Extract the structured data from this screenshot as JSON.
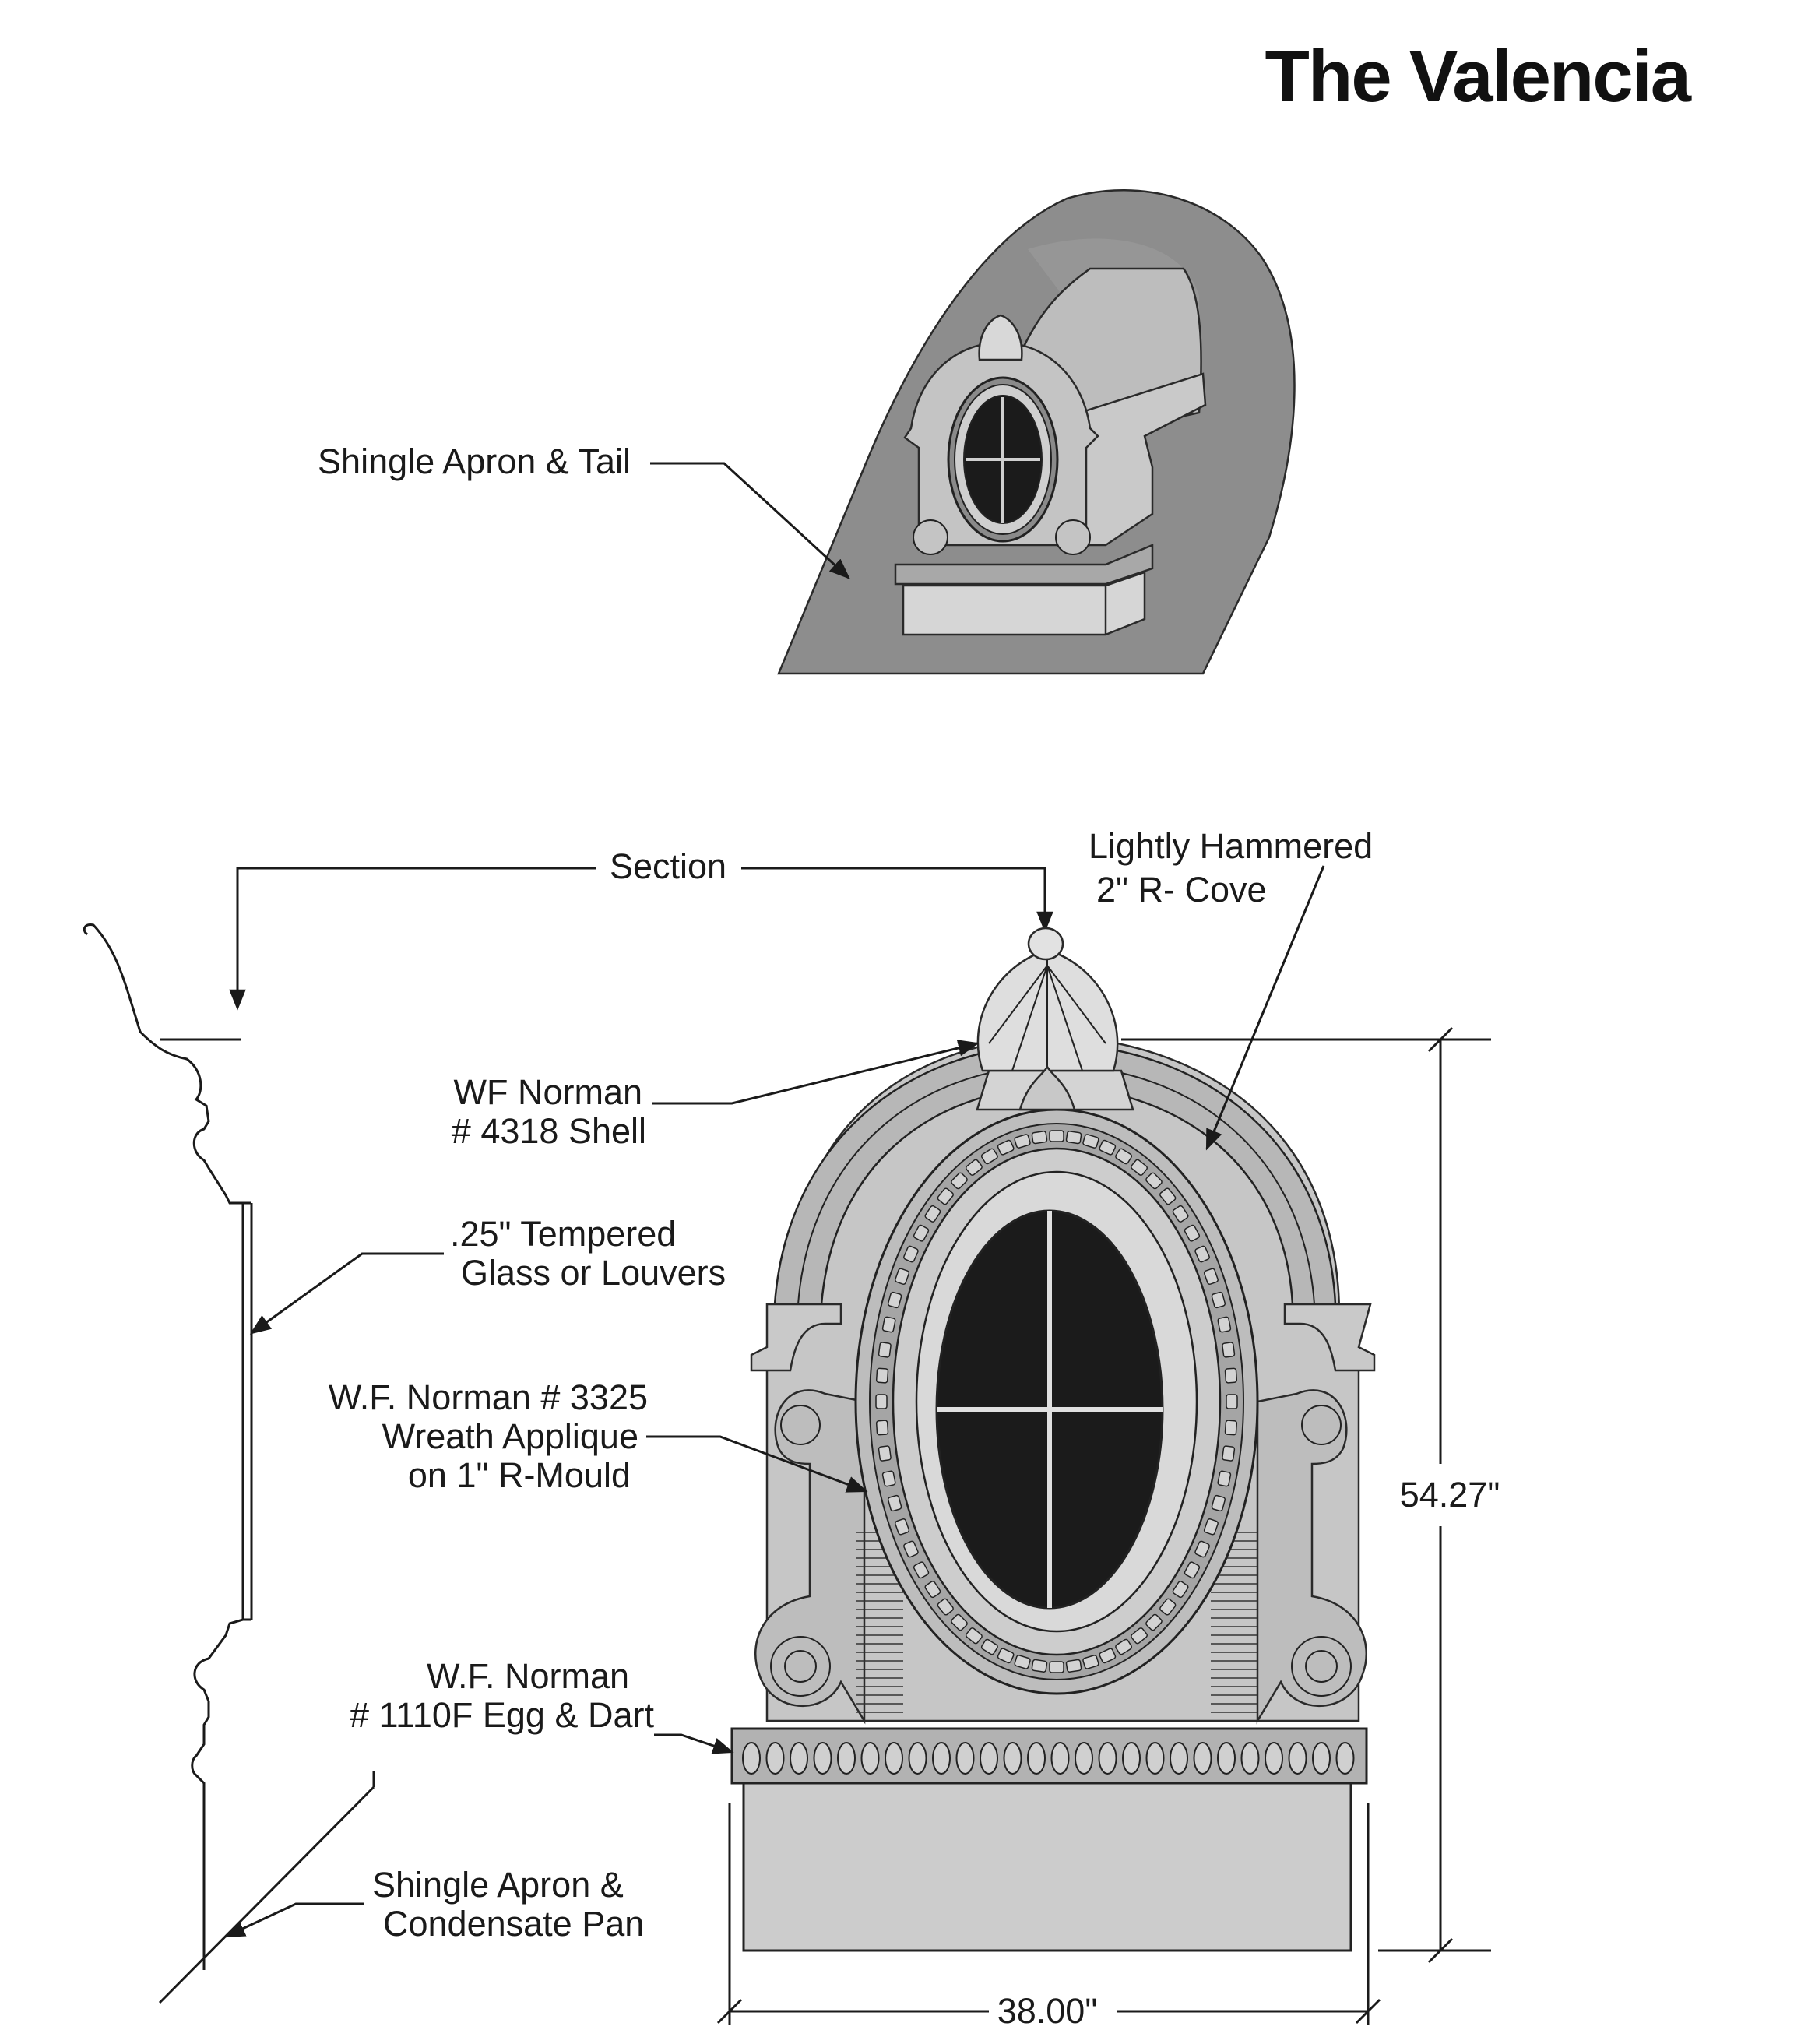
{
  "title": "The Valencia",
  "colors": {
    "roof_dark": "#8a8a8a",
    "face_light": "#cfcfcf",
    "face_mid": "#b4b4b4",
    "glass": "#1b1b1b",
    "line": "#1a1a1a"
  },
  "perspective_view": {
    "label": "Shingle Apron & Tail"
  },
  "section": {
    "label": "Section"
  },
  "callouts": {
    "cove": {
      "line1": "Lightly Hammered",
      "line2": "2\" R- Cove"
    },
    "shell": {
      "line1": "WF Norman",
      "line2": "# 4318 Shell"
    },
    "glass": {
      "line1": ".25\" Tempered",
      "line2": "Glass or Louvers"
    },
    "wreath": {
      "line1": "W.F. Norman # 3325",
      "line2": "Wreath Applique",
      "line3": "on 1\" R-Mould"
    },
    "egg_dart": {
      "line1": "W.F. Norman",
      "line2": "# 1110F Egg & Dart"
    },
    "apron": {
      "line1": "Shingle Apron &",
      "line2": "Condensate Pan"
    }
  },
  "dimensions": {
    "height": "54.27\"",
    "width": "38.00\""
  }
}
